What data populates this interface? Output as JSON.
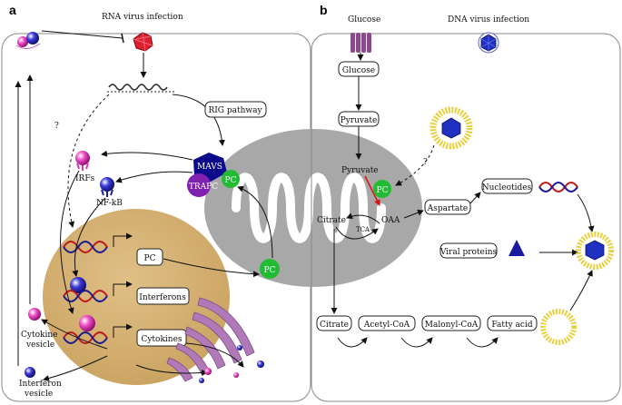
{
  "panels": {
    "a_letter": "a",
    "b_letter": "b"
  },
  "panel_a": {
    "rna_virus_infection": "RNA virus infection",
    "rig_pathway": "RIG pathway",
    "mavs": "MAVS",
    "trapc": "TRAPC",
    "pc_mito": "PC",
    "pc_cyto": "PC",
    "irfs": "IRFs",
    "nfkb": "NF-kB",
    "question_mark": "?",
    "genes": {
      "pc": "PC",
      "interferons": "Interferons",
      "cytokines": "Cytokines"
    },
    "cytokine_vesicle_1": "Cytokine",
    "cytokine_vesicle_2": "vesicle",
    "interferon_vesicle_1": "Interferon",
    "interferon_vesicle_2": "vesicle"
  },
  "panel_b": {
    "glucose_top": "Glucose",
    "dna_virus_infection": "DNA virus infection",
    "glucose": "Glucose",
    "pyruvate_top": "Pyruvate",
    "pyruvate_mito": "Pyruvate",
    "pc": "PC",
    "question_mark": "?",
    "citrate_mito": "Citrate",
    "tca": "TCA",
    "oaa": "OAA",
    "aspartate": "Aspartate",
    "nucleotides": "Nucleotides",
    "viral_proteins": "Viral proteins",
    "citrate_bottom": "Citrate",
    "acetyl_coa": "Acetyl-CoA",
    "malonyl_coa": "Malonyl-CoA",
    "fatty_acid": "Fatty acid"
  }
}
